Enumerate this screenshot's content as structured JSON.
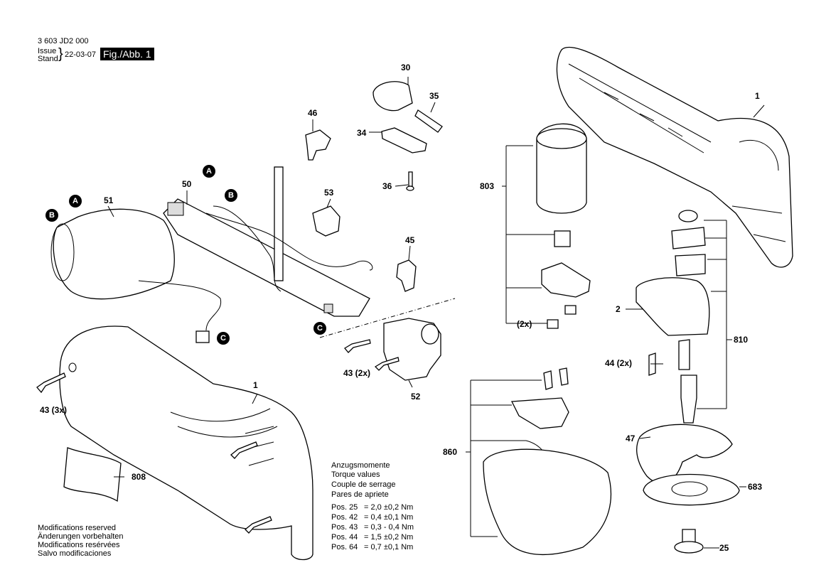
{
  "header": {
    "doc_number": "3 603 JD2 000",
    "issue_label": "Issue",
    "stand_label": "Stand",
    "date": "22-03-07",
    "fig_label": "Fig./Abb. 1"
  },
  "part_labels": {
    "p1_top": "1",
    "p1_bottom": "1",
    "p2": "2",
    "p25": "25",
    "p30": "30",
    "p34": "34",
    "p35": "35",
    "p36": "36",
    "p43_2x": "43 (2x)",
    "p43_3x": "43 (3x)",
    "p44_2x": "44 (2x)",
    "p45": "45",
    "p46": "46",
    "p47": "47",
    "p50": "50",
    "p51": "51",
    "p52": "52",
    "p53": "53",
    "p683": "683",
    "p803": "803",
    "p808": "808",
    "p810": "810",
    "p860": "860",
    "p2x": "(2x)"
  },
  "connectors": {
    "a1": "A",
    "a2": "A",
    "b1": "B",
    "b2": "B",
    "c1": "C",
    "c2": "C"
  },
  "torque": {
    "title1": "Anzugsmomente",
    "title2": "Torque values",
    "title3": "Couple de serrage",
    "title4": "Pares de apriete",
    "rows": [
      {
        "pos": "Pos. 25",
        "value": "= 2,0 ±0,2 Nm"
      },
      {
        "pos": "Pos. 42",
        "value": "= 0,4 ±0,1 Nm"
      },
      {
        "pos": "Pos. 43",
        "value": "= 0,3 - 0,4 Nm"
      },
      {
        "pos": "Pos. 44",
        "value": "= 1,5 ±0,2 Nm"
      },
      {
        "pos": "Pos. 64",
        "value": "= 0,7 ±0,1 Nm"
      }
    ]
  },
  "modifications": {
    "en": "Modifications reserved",
    "de": "Änderungen vorbehalten",
    "fr": "Modifications resérvées",
    "es": "Salvo modificaciones"
  }
}
